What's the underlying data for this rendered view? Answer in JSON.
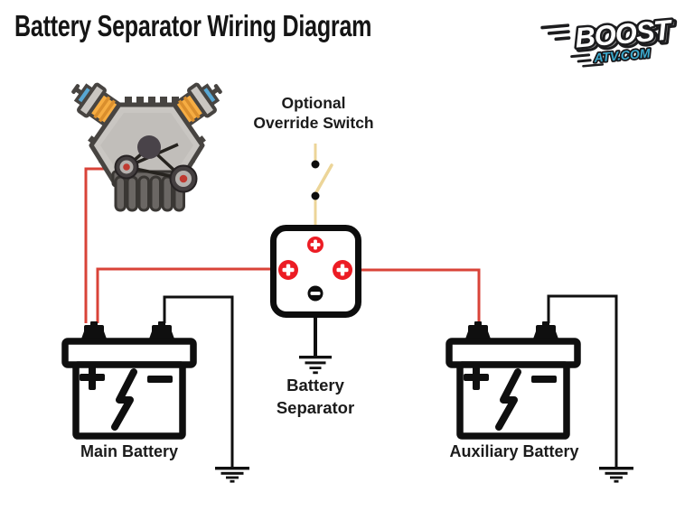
{
  "title": "Battery Separator Wiring Diagram",
  "logo": {
    "brand": "BOOST",
    "domain": "ATV.COM",
    "accent_color": "#3aa9cd"
  },
  "labels": {
    "override_switch_line1": "Optional",
    "override_switch_line2": "Override Switch",
    "separator_line1": "Battery",
    "separator_line2": "Separator",
    "main_battery": "Main Battery",
    "auxiliary_battery": "Auxiliary Battery"
  },
  "symbols": {
    "positive": "+",
    "negative": "−",
    "battery_bolt": "lightning-bolt"
  },
  "colors": {
    "background": "#ffffff",
    "wire_positive": "#d94338",
    "wire_ground": "#101010",
    "wire_switch": "#ecd598",
    "terminal_positive": "#ec1c24",
    "terminal_negative": "#0d0d0d",
    "outline_black": "#0f0f0f",
    "text": "#1b1b1b"
  },
  "connections": [
    {
      "from": "engine",
      "to": "main-battery-positive",
      "wire": "red"
    },
    {
      "from": "battery-separator-positive-left",
      "to": "main-battery-positive",
      "wire": "red"
    },
    {
      "from": "battery-separator-positive-right",
      "to": "auxiliary-battery-positive",
      "wire": "red"
    },
    {
      "from": "override-switch",
      "to": "battery-separator-positive-top",
      "wire": "yellow"
    },
    {
      "from": "battery-separator-negative",
      "to": "ground",
      "wire": "black"
    },
    {
      "from": "main-battery-negative",
      "to": "ground",
      "wire": "black"
    },
    {
      "from": "auxiliary-battery-negative",
      "to": "ground",
      "wire": "black"
    }
  ]
}
